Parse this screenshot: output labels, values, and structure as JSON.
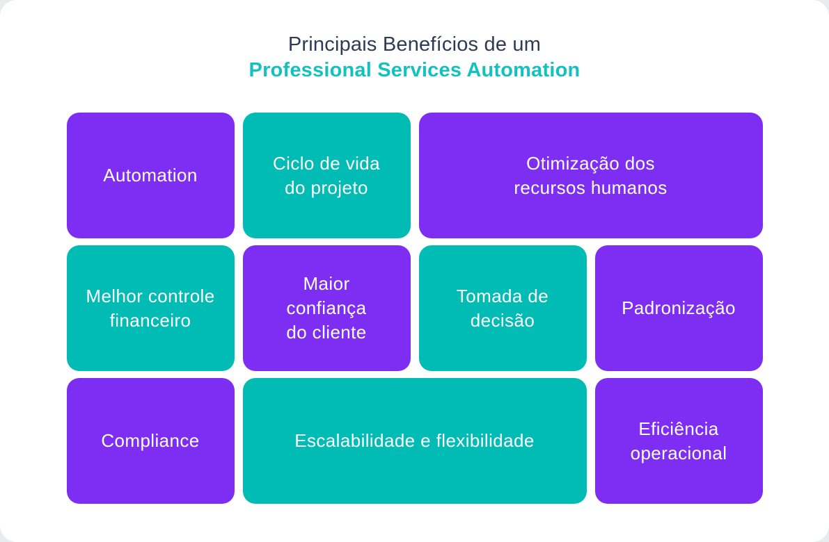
{
  "title": {
    "line1": "Principais Benefícios de um",
    "line2": "Professional Services Automation"
  },
  "colors": {
    "purple": "#7e2ef2",
    "teal": "#00bcb4",
    "subtitle_teal": "#13c2be",
    "title_navy": "#2e3a56",
    "tile_text": "#ffffff",
    "background": "#ffffff"
  },
  "tiles": [
    {
      "label": [
        "Automation"
      ],
      "color": "purple",
      "span": 1
    },
    {
      "label": [
        "Ciclo de vida",
        "do projeto"
      ],
      "color": "teal",
      "span": 1
    },
    {
      "label": [
        "Otimização dos",
        "recursos humanos"
      ],
      "color": "purple",
      "span": 2
    },
    {
      "label": [
        "Melhor controle",
        "financeiro"
      ],
      "color": "teal",
      "span": 1
    },
    {
      "label": [
        "Maior",
        "confiança",
        "do cliente"
      ],
      "color": "purple",
      "span": 1
    },
    {
      "label": [
        "Tomada de",
        "decisão"
      ],
      "color": "teal",
      "span": 1
    },
    {
      "label": [
        "Padronização"
      ],
      "color": "purple",
      "span": 1
    },
    {
      "label": [
        "Compliance"
      ],
      "color": "purple",
      "span": 1
    },
    {
      "label": [
        "Escalabilidade e flexibilidade"
      ],
      "color": "teal",
      "span": 2
    },
    {
      "label": [
        "Eficiência",
        "operacional"
      ],
      "color": "purple",
      "span": 1
    }
  ]
}
